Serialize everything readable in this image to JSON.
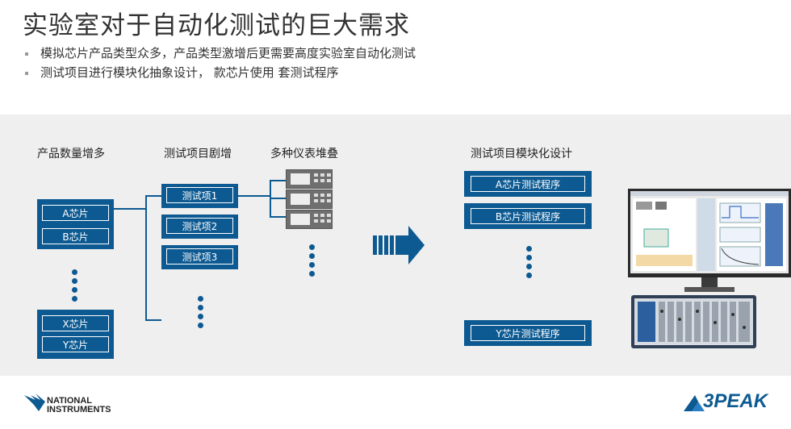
{
  "slide": {
    "title": "实验室对于自动化测试的巨大需求",
    "bullets": [
      "模拟芯片产品类型众多，产品类型激增后更需要高度实验室自动化测试",
      "测试项目进行模块化抽象设计，   款芯片使用   套测试程序"
    ]
  },
  "diagram": {
    "col1_title": "产品数量增多",
    "col2_title": "测试项目剧增",
    "col3_title": "多种仪表堆叠",
    "col4_title": "测试项目模块化设计",
    "chips": [
      "A芯片",
      "B芯片",
      "X芯片",
      "Y芯片"
    ],
    "tests": [
      "测试项1",
      "测试项2",
      "测试项3"
    ],
    "programs": [
      "A芯片测试程序",
      "B芯片测试程序",
      "Y芯片测试程序"
    ]
  },
  "logos": {
    "ni_line1": "NATIONAL",
    "ni_line2": "INSTRUMENTS",
    "speak": "3PEAK"
  },
  "colors": {
    "accent": "#0d5a92",
    "panel_bg": "#efefef"
  }
}
